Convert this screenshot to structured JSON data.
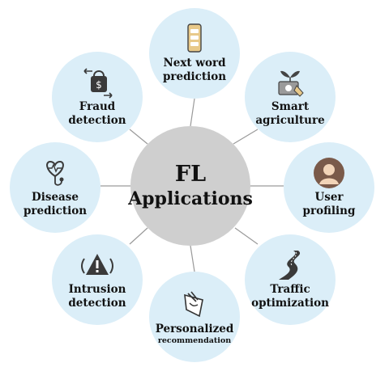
{
  "center": {
    "title": "FL",
    "subtitle": "Applications"
  },
  "nodes": [
    {
      "line1": "Next word",
      "line2": "prediction",
      "icon": "smartphone-icon"
    },
    {
      "line1": "Smart",
      "line2": "agriculture",
      "icon": "plant-tablet-icon"
    },
    {
      "line1": "User",
      "line2": "profiling",
      "icon": "user-avatar-icon"
    },
    {
      "line1": "Traffic",
      "line2": "optimization",
      "icon": "road-icon"
    },
    {
      "line1": "Personalized",
      "line2": "recommendation",
      "icon": "hand-recommend-icon"
    },
    {
      "line1": "Intrusion",
      "line2": "detection",
      "icon": "warning-signal-icon"
    },
    {
      "line1": "Disease",
      "line2": "prediction",
      "icon": "heart-stethoscope-icon"
    },
    {
      "line1": "Fraud",
      "line2": "detection",
      "icon": "money-lock-icon"
    }
  ],
  "colors": {
    "node_fill": "#dbeef8",
    "center_fill": "#cfcfcf",
    "connector": "#9a9a9a",
    "icon_dark": "#3a3a3a"
  }
}
